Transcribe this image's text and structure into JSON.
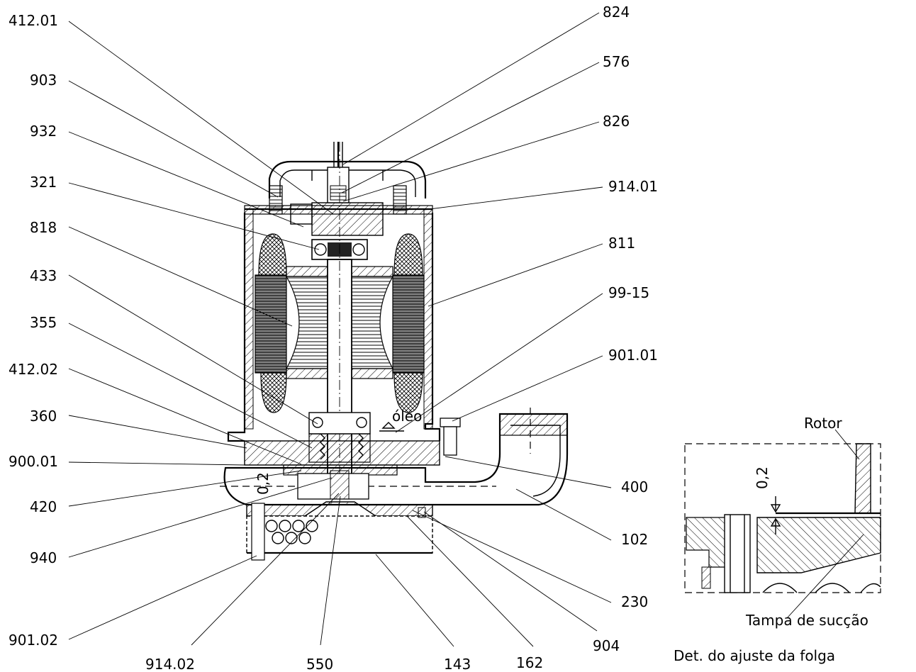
{
  "callouts_left": [
    "412.01",
    "903",
    "932",
    "321",
    "818",
    "433",
    "355",
    "412.02",
    "360",
    "900.01",
    "420",
    "940",
    "901.02"
  ],
  "callouts_right": [
    "824",
    "576",
    "826",
    "914.01",
    "811",
    "99-15",
    "901.01",
    "400",
    "102",
    "230",
    "904"
  ],
  "callouts_bottom": [
    "914.02",
    "550",
    "143",
    "162"
  ],
  "inline_labels": {
    "oil": "óleo",
    "gap": "0,2",
    "detail_gap": "0,2"
  },
  "detail": {
    "rotor_label": "Rotor",
    "cover_label": "Tampa de sucção",
    "title": "Det. do ajuste da folga"
  }
}
